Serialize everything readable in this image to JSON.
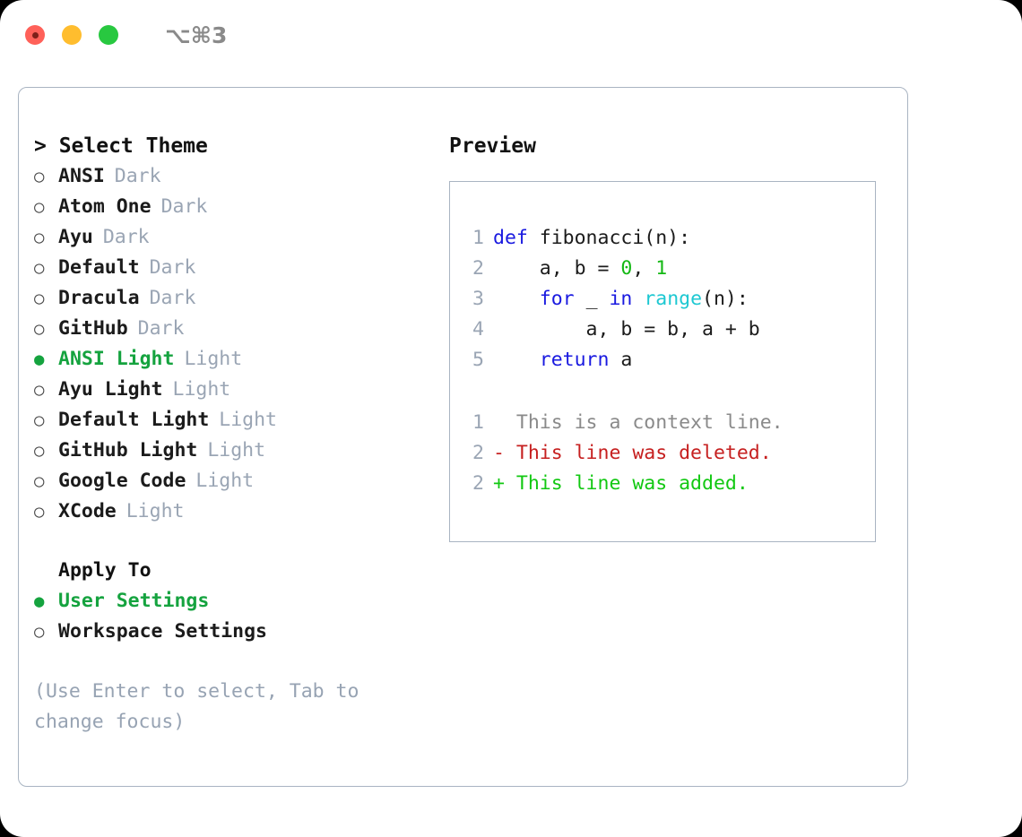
{
  "window": {
    "shortcut_label": "⌥⌘3",
    "traffic_lights": [
      {
        "name": "close",
        "color": "#ff6159"
      },
      {
        "name": "minimize",
        "color": "#ffbd2e"
      },
      {
        "name": "maximize",
        "color": "#28c840"
      }
    ]
  },
  "colors": {
    "selected_green": "#15a33f",
    "muted": "#9aa5b4",
    "text": "#1b1b1b",
    "border": "#a9b4c2",
    "keyword_blue": "#1a1ae0",
    "builtin_cyan": "#1ec8d2",
    "number_green": "#14b814",
    "diff_add_green": "#12c812",
    "diff_del_red": "#c62020",
    "diff_context_gray": "#8a8a8a"
  },
  "theme_picker": {
    "heading": "> Select Theme",
    "marker_selected": "●",
    "marker_unselected": "○",
    "items": [
      {
        "name": "ANSI",
        "category": "Dark",
        "selected": false
      },
      {
        "name": "Atom One",
        "category": "Dark",
        "selected": false
      },
      {
        "name": "Ayu",
        "category": "Dark",
        "selected": false
      },
      {
        "name": "Default",
        "category": "Dark",
        "selected": false
      },
      {
        "name": "Dracula",
        "category": "Dark",
        "selected": false
      },
      {
        "name": "GitHub",
        "category": "Dark",
        "selected": false
      },
      {
        "name": "ANSI Light",
        "category": "Light",
        "selected": true
      },
      {
        "name": "Ayu Light",
        "category": "Light",
        "selected": false
      },
      {
        "name": "Default Light",
        "category": "Light",
        "selected": false
      },
      {
        "name": "GitHub Light",
        "category": "Light",
        "selected": false
      },
      {
        "name": "Google Code",
        "category": "Light",
        "selected": false
      },
      {
        "name": "XCode",
        "category": "Light",
        "selected": false
      }
    ]
  },
  "apply_to": {
    "heading": "Apply To",
    "items": [
      {
        "label": "User Settings",
        "selected": true
      },
      {
        "label": "Workspace Settings",
        "selected": false
      }
    ]
  },
  "hint": "(Use Enter to select, Tab to change focus)",
  "preview": {
    "heading": "Preview",
    "code_lines": [
      {
        "lineno": "1",
        "tokens": [
          {
            "text": "def ",
            "type": "kw"
          },
          {
            "text": "fibonacci(n):",
            "type": "plain"
          }
        ]
      },
      {
        "lineno": "2",
        "tokens": [
          {
            "text": "    a, b = ",
            "type": "plain"
          },
          {
            "text": "0",
            "type": "num"
          },
          {
            "text": ", ",
            "type": "plain"
          },
          {
            "text": "1",
            "type": "num"
          }
        ]
      },
      {
        "lineno": "3",
        "tokens": [
          {
            "text": "    ",
            "type": "plain"
          },
          {
            "text": "for",
            "type": "kw"
          },
          {
            "text": " _ ",
            "type": "plain"
          },
          {
            "text": "in",
            "type": "kw"
          },
          {
            "text": " ",
            "type": "plain"
          },
          {
            "text": "range",
            "type": "built"
          },
          {
            "text": "(n):",
            "type": "plain"
          }
        ]
      },
      {
        "lineno": "4",
        "tokens": [
          {
            "text": "        a, b = b, a + b",
            "type": "plain"
          }
        ]
      },
      {
        "lineno": "5",
        "tokens": [
          {
            "text": "    ",
            "type": "plain"
          },
          {
            "text": "return",
            "type": "kw"
          },
          {
            "text": " a",
            "type": "plain"
          }
        ]
      }
    ],
    "diff_lines": [
      {
        "lineno": "1",
        "marker": " ",
        "text": "  This is a context line.",
        "type": "context"
      },
      {
        "lineno": "2",
        "marker": "-",
        "text": "- This line was deleted.",
        "type": "del"
      },
      {
        "lineno": "2",
        "marker": "+",
        "text": "+ This line was added.",
        "type": "add"
      }
    ]
  }
}
